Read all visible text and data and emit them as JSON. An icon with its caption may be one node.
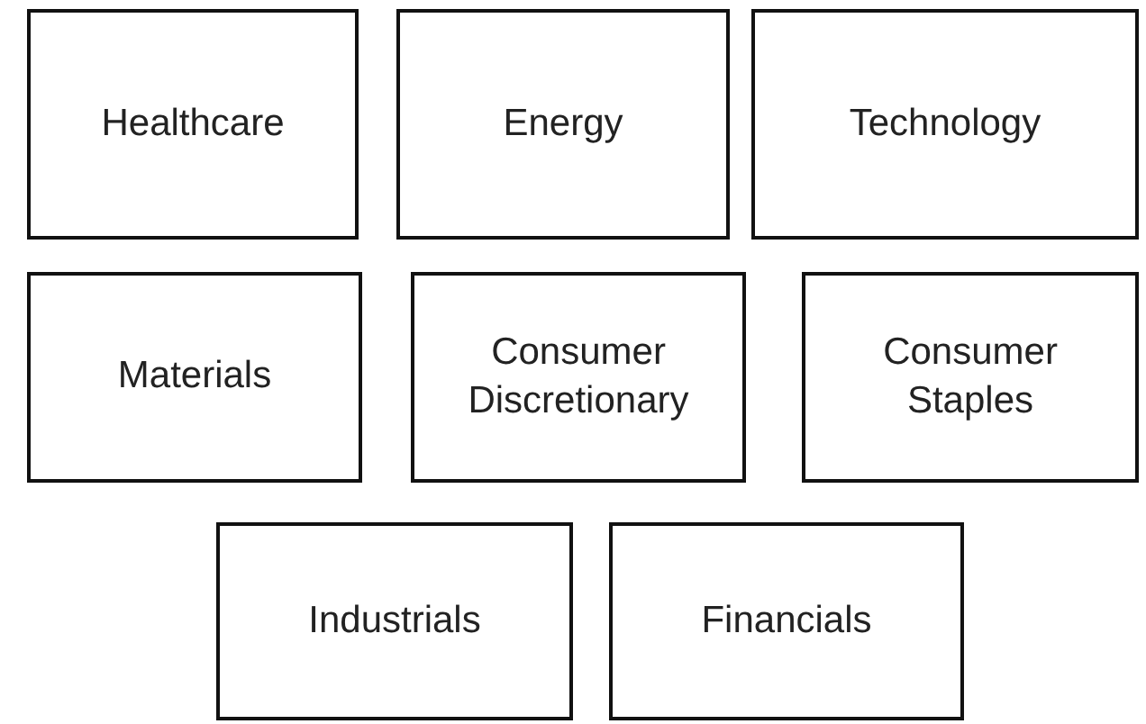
{
  "diagram": {
    "nodes": [
      {
        "text": [
          "Healthcare"
        ]
      },
      {
        "text": [
          "Energy"
        ]
      },
      {
        "text": [
          "Technology"
        ]
      },
      {
        "text": [
          "Materials"
        ]
      },
      {
        "text": [
          "Consumer Discretionary"
        ]
      },
      {
        "text": [
          "Consumer Staples"
        ]
      },
      {
        "text": [
          "Industrials"
        ]
      },
      {
        "text": [
          "Financials"
        ]
      }
    ]
  }
}
